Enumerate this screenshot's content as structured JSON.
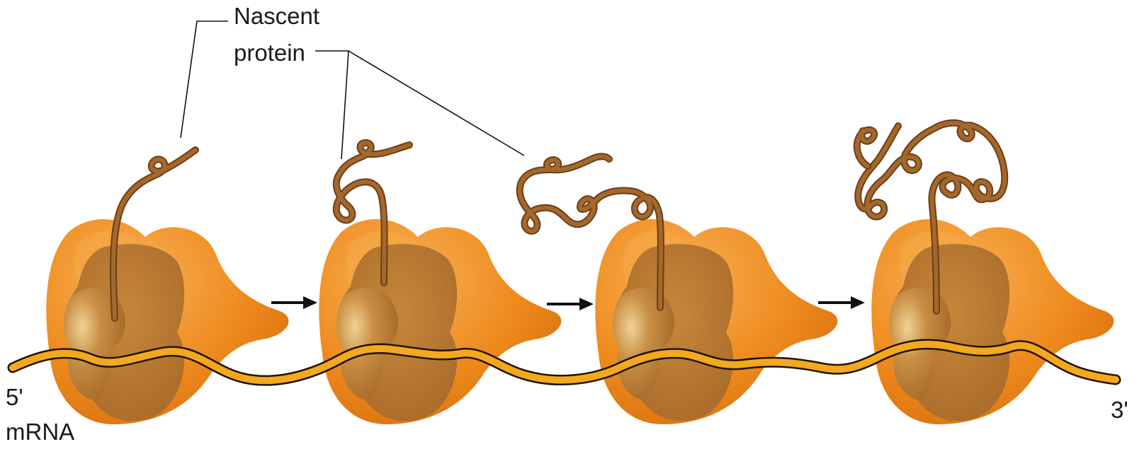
{
  "labels": {
    "nascent_line1": "Nascent",
    "nascent_line2": "protein",
    "five_prime": "5'",
    "mrna": "mRNA",
    "three_prime": "3'"
  },
  "colors": {
    "large_subunit": "#ee8a1d",
    "large_subunit_highlight": "#f6a94a",
    "small_subunit": "#b8772e",
    "small_subunit_highlight": "#e0b46c",
    "protein_chain": "#a4672c",
    "protein_outline": "#6b3f17",
    "mrna_fill": "#f3a81d",
    "mrna_outline": "#1e1304",
    "arrow": "#111111",
    "leader_line": "#111111"
  },
  "ribosome_count": 4,
  "arrow_count": 3
}
